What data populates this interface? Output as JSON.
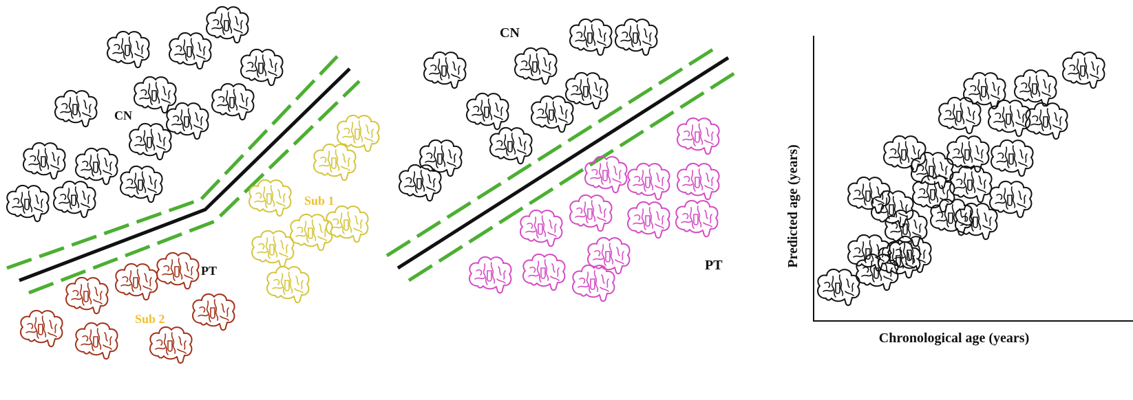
{
  "panels": {
    "panel_a": {
      "label_cn": "CN",
      "label_pt": "PT",
      "label_sub1": "Sub 1",
      "label_sub2": "Sub 2"
    },
    "panel_b": {
      "label_cn": "CN",
      "label_pt": "PT"
    },
    "panel_c": {
      "xlabel": "Chronological age (years)",
      "ylabel": "Predicted age (years)"
    }
  },
  "colors": {
    "cn": "#111111",
    "pt_sub2": "#a1321a",
    "sub1": "#d4c43c",
    "pt_b": "#d44cc4",
    "boundary": "#111111",
    "margin": "#4caf32",
    "label_sub": "#f0c030"
  },
  "icons": {
    "brain": "brain-icon"
  }
}
